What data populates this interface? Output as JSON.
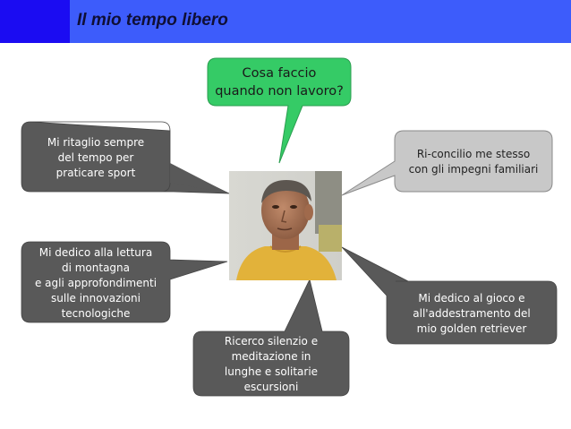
{
  "slide": {
    "title": "Il mio tempo libero"
  },
  "callouts": {
    "question": "Cosa faccio\nquando non lavoro?",
    "sport": "Mi ritaglio sempre\ndel tempo per\npraticare sport",
    "family": "Ri-concilio me stesso\ncon gli impegni familiari",
    "reading": "Mi dedico alla lettura\ndi montagna\ne agli approfondimenti\nsulle innovazioni\ntecnologiche",
    "dog": "Mi dedico al gioco e\nall'addestramento del\nmio golden retriever",
    "meditation": "Ricerco silenzio e\nmeditazione in\nlunghe e solitarie\nescursioni"
  },
  "colors": {
    "header_bar": "#3d5cfb",
    "header_accent": "#1b0cf2",
    "dark_bubble": "#595959",
    "light_bubble": "#c8c8c8",
    "question_bubble": "#33cc66"
  },
  "photo": {
    "subject": "portrait-photo"
  }
}
